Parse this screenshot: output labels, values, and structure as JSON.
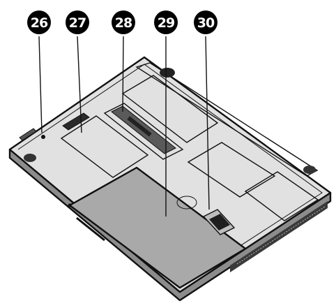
{
  "diagram": {
    "callouts": [
      {
        "id": "26"
      },
      {
        "id": "27"
      },
      {
        "id": "28"
      },
      {
        "id": "29"
      },
      {
        "id": "30"
      }
    ]
  }
}
